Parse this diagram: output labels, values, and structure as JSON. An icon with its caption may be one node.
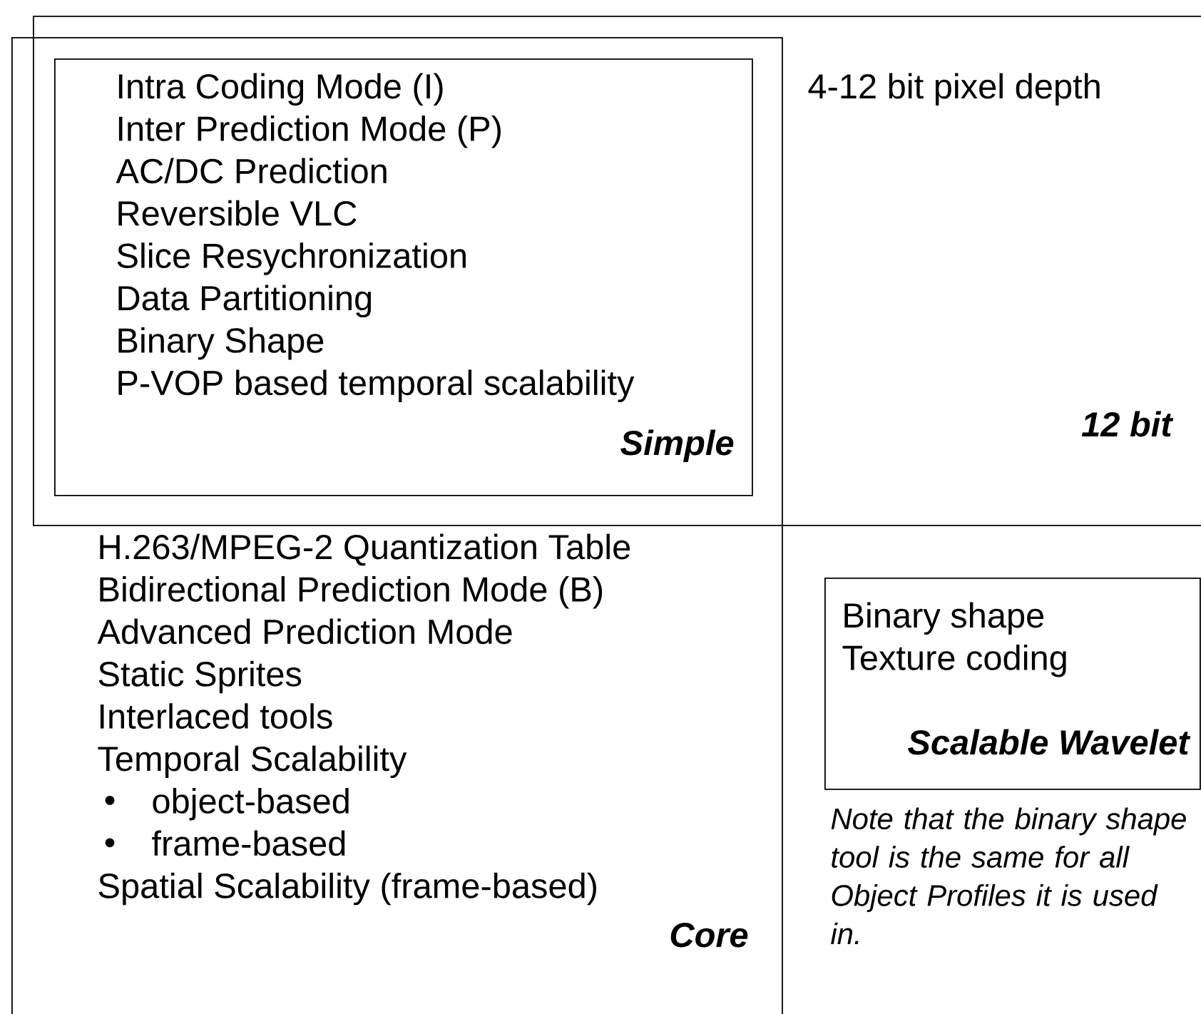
{
  "diagram": {
    "nodes": [
      {
        "text": [
          "4-12 bit pixel depth",
          "12 bit"
        ]
      },
      {
        "text": [
          "H.263/MPEG-2 Quantization Table",
          "Bidirectional Prediction Mode (B)",
          "Advanced Prediction Mode",
          "Static Sprites",
          "Interlaced tools",
          "Temporal Scalability",
          "object-based",
          "frame-based",
          "Spatial Scalability (frame-based)",
          "Core"
        ]
      },
      {
        "text": [
          "Intra Coding Mode (I)",
          "Inter Prediction Mode (P)",
          "AC/DC Prediction",
          "Reversible VLC",
          "Slice Resychronization",
          "Data Partitioning",
          "Binary Shape",
          "P-VOP based temporal scalability",
          "Simple"
        ]
      },
      {
        "text": [
          "Binary shape",
          "Texture coding",
          "Scalable Wavelet"
        ]
      }
    ],
    "labels": [
      "Note that the binary shape tool is the same for all Object Profiles it is used in."
    ]
  }
}
